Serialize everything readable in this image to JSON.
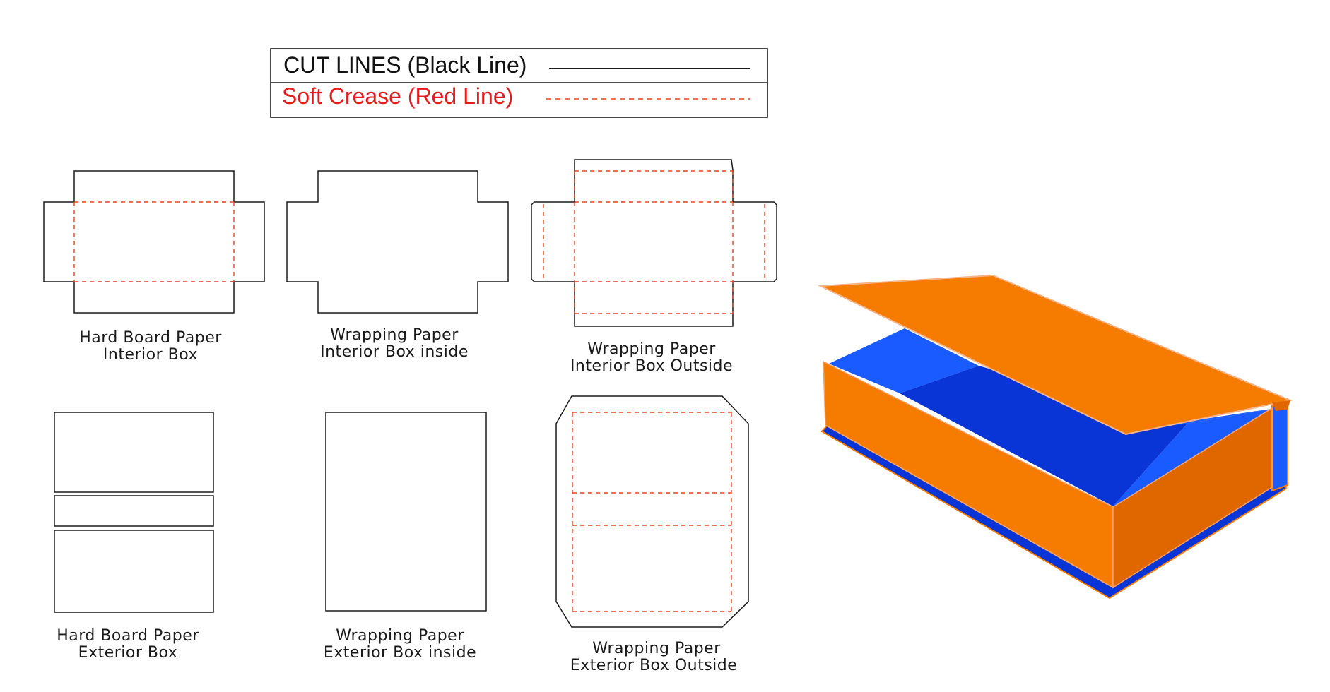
{
  "legend": {
    "cut_label": "CUT LINES (Black Line)",
    "crease_label": "Soft Crease (Red Line)"
  },
  "colors": {
    "cut_line": "#1a1a1a",
    "crease_line": "#e8411f",
    "crease_label": "#e21b1b",
    "box_orange": "#f57c00",
    "box_orange_dark": "#e06600",
    "box_blue": "#1a5bff",
    "box_blue_dark": "#0a35d6"
  },
  "panels": [
    {
      "line1": "Hard Board Paper",
      "line2": "Interior Box"
    },
    {
      "line1": "Wrapping Paper",
      "line2": "Interior Box inside"
    },
    {
      "line1": "Wrapping Paper",
      "line2": "Interior Box Outside"
    },
    {
      "line1": "Hard Board Paper",
      "line2": "Exterior Box"
    },
    {
      "line1": "Wrapping Paper",
      "line2": "Exterior Box inside"
    },
    {
      "line1": "Wrapping Paper",
      "line2": "Exterior Box Outside"
    }
  ]
}
